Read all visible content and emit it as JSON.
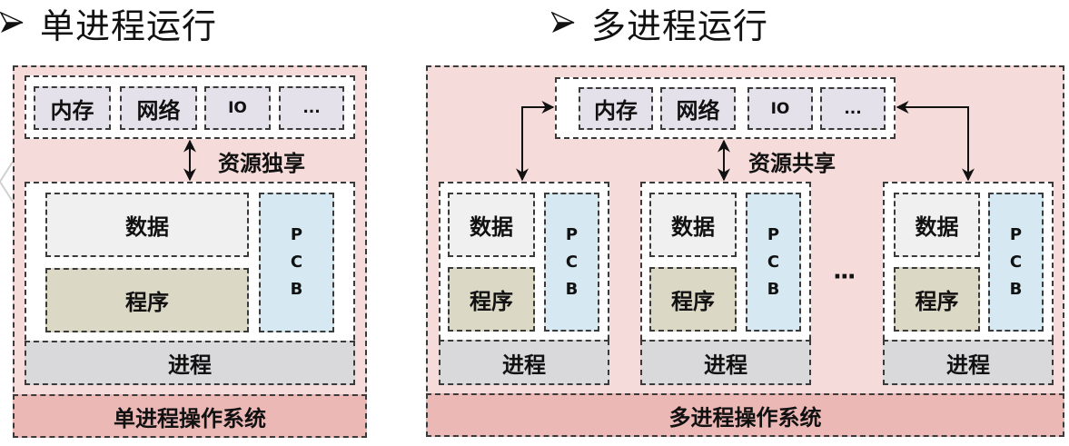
{
  "single": {
    "title": "单进程运行",
    "resources": [
      {
        "label": "内存"
      },
      {
        "label": "网络"
      },
      {
        "label": "IO"
      },
      {
        "label": "..."
      }
    ],
    "relation_label": "资源独享",
    "process": {
      "data_label": "数据",
      "program_label": "程序",
      "pcb_letters": [
        "P",
        "C",
        "B"
      ],
      "process_label": "进程"
    },
    "os_label": "单进程操作系统"
  },
  "multi": {
    "title": "多进程运行",
    "resources": [
      {
        "label": "内存"
      },
      {
        "label": "网络"
      },
      {
        "label": "IO"
      },
      {
        "label": "..."
      }
    ],
    "relation_label": "资源共享",
    "processes": [
      {
        "data_label": "数据",
        "program_label": "程序",
        "pcb_letters": [
          "P",
          "C",
          "B"
        ],
        "process_label": "进程"
      },
      {
        "data_label": "数据",
        "program_label": "程序",
        "pcb_letters": [
          "P",
          "C",
          "B"
        ],
        "process_label": "进程"
      },
      {
        "data_label": "数据",
        "program_label": "程序",
        "pcb_letters": [
          "P",
          "C",
          "B"
        ],
        "process_label": "进程"
      }
    ],
    "more_processes_label": "···",
    "os_label": "多进程操作系统"
  },
  "colors": {
    "panel_bg": "#f5dcda",
    "os_bar": "#ebb8b6",
    "resource_item": "#e4e1ea",
    "data_box": "#f0f0f0",
    "program_box": "#dcd8c6",
    "pcb_box": "#d6e9f3",
    "process_bar": "#d9d9db"
  }
}
